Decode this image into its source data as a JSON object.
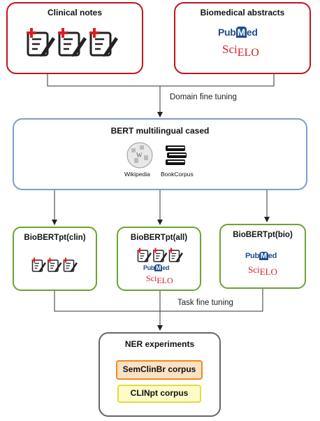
{
  "sources": {
    "clinical_title": "Clinical notes",
    "abstracts_title": "Biomedical abstracts",
    "pubmed_prefix": "Pub",
    "pubmed_m": "M",
    "pubmed_suffix": "ed",
    "scielo_prefix": "Sci",
    "scielo_suffix": "ELO"
  },
  "edges": {
    "domain_label": "Domain fine tuning",
    "task_label": "Task fine tuning"
  },
  "bert": {
    "title": "BERT multilingual cased",
    "wikipedia": "Wikipedia",
    "bookcorpus": "BookCorpus"
  },
  "models": {
    "clin": "BioBERTpt(clin)",
    "all": "BioBERTpt(all)",
    "bio": "BioBERTpt(bio)"
  },
  "ner": {
    "title": "NER experiments",
    "corpus1": "SemClinBr corpus",
    "corpus2": "CLINpt corpus"
  },
  "colors": {
    "source_border": "#c0141a",
    "bert_border": "#7c9dcb",
    "model_border": "#6aa42e",
    "ner_border": "#666666",
    "semclin_fill": "#fde1c4",
    "clinpt_fill": "#fdfbc8"
  },
  "icons": [
    "clinical-note-icon",
    "wikipedia-globe-icon",
    "books-icon",
    "pubmed-logo",
    "scielo-logo"
  ]
}
